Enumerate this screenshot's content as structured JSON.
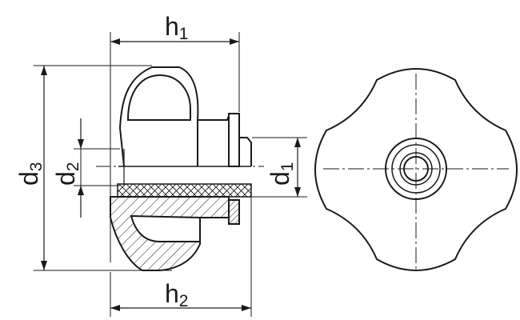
{
  "dimensions": {
    "h1": {
      "symbol": "h",
      "subscript": "1"
    },
    "h2": {
      "symbol": "h",
      "subscript": "2"
    },
    "d1": {
      "symbol": "d",
      "subscript": "1"
    },
    "d2": {
      "symbol": "d",
      "subscript": "2"
    },
    "d3": {
      "symbol": "d",
      "subscript": "3"
    }
  },
  "colors": {
    "line": "#1a1a1a",
    "background": "#ffffff",
    "hatch": "#1a1a1a"
  }
}
